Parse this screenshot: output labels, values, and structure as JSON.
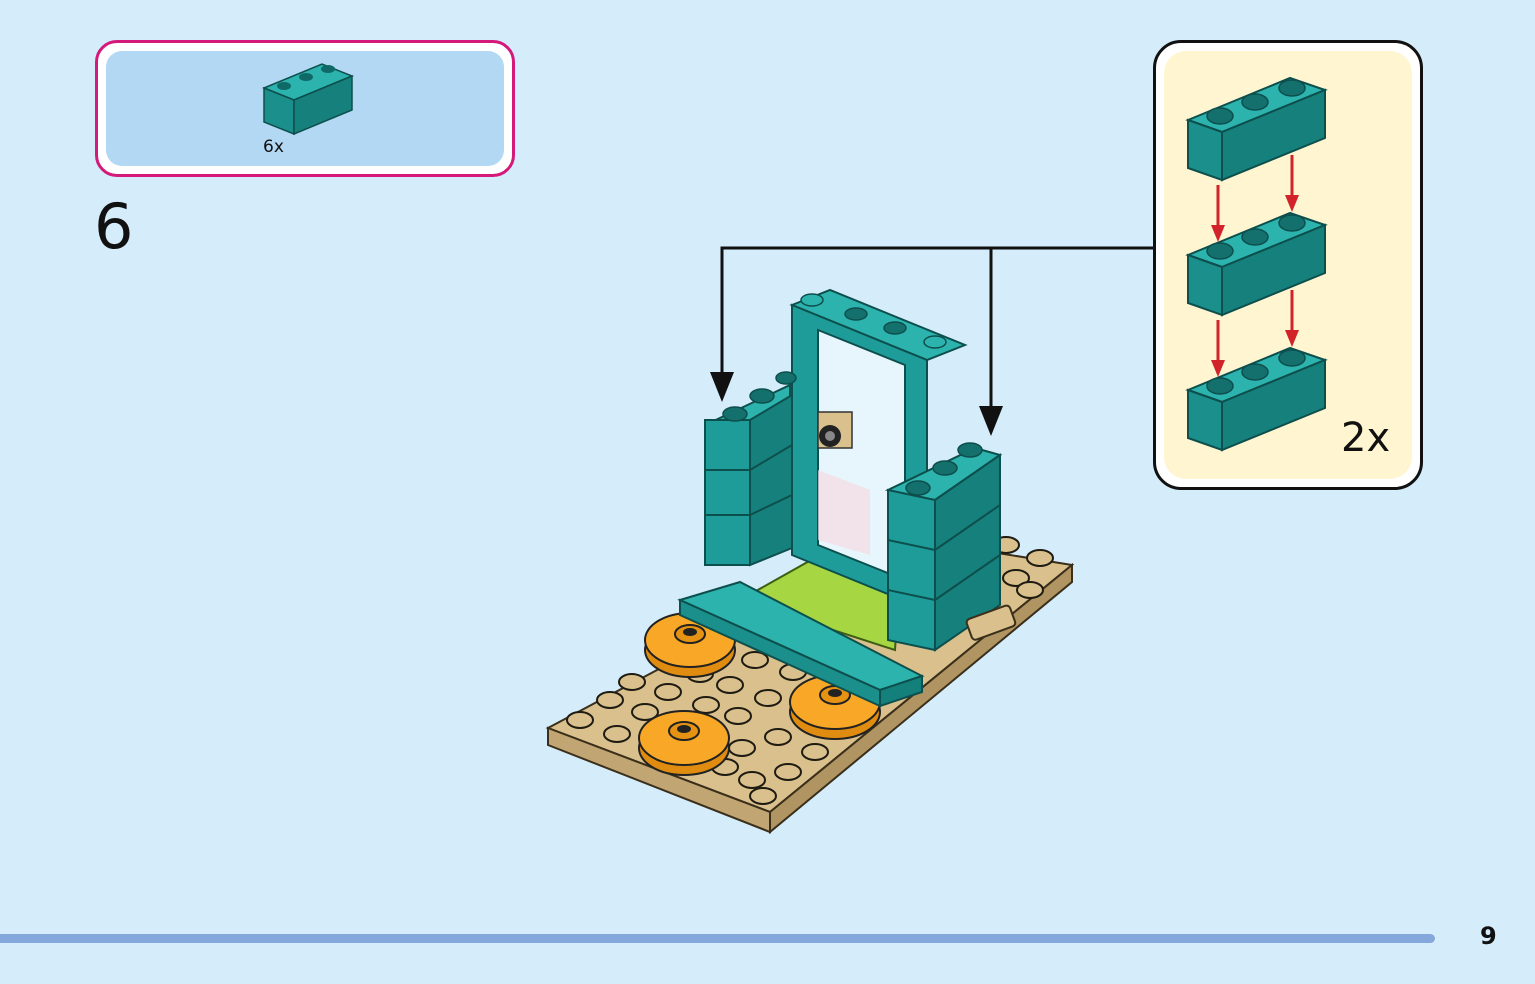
{
  "parts_list": {
    "quantity": "6x",
    "part_icon": "teal-1x3-brick"
  },
  "step": {
    "number": "6"
  },
  "subassembly": {
    "quantity": "2x",
    "bricks": [
      "teal-1x3-brick",
      "teal-1x3-brick",
      "teal-1x3-brick"
    ]
  },
  "model": {
    "description_icon": "mirror-vanity-build"
  },
  "colors": {
    "background": "#d5ecfa",
    "teal": "#1e9c99",
    "parts_border": "#d4197a",
    "subassembly_background": "#fff6d1",
    "tan": "#d9c08c",
    "orange": "#f8a826",
    "lime": "#a6d642",
    "arrow_red": "#d2232a",
    "footer_bar": "#85a8dc"
  },
  "footer": {
    "page_number": "9"
  }
}
